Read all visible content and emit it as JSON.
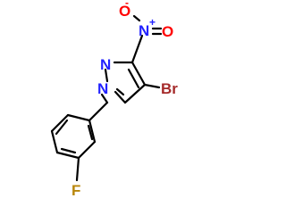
{
  "molecule": {
    "atoms": {
      "oxygen_minus": {
        "symbol": "O",
        "charge": "-",
        "color": "#ff0000"
      },
      "nitro_nitrogen": {
        "symbol": "N",
        "charge": "+",
        "color": "#2222ff"
      },
      "oxygen_double": {
        "symbol": "O",
        "color": "#ff0000"
      },
      "ring_nitrogen_2": {
        "symbol": "N",
        "color": "#2222ff"
      },
      "ring_nitrogen_1": {
        "symbol": "N",
        "color": "#2222ff"
      },
      "bromine": {
        "symbol": "Br",
        "color": "#a52a2a"
      },
      "fluorine": {
        "symbol": "F",
        "color": "#b8860b"
      }
    },
    "bond_color": "#000000"
  }
}
